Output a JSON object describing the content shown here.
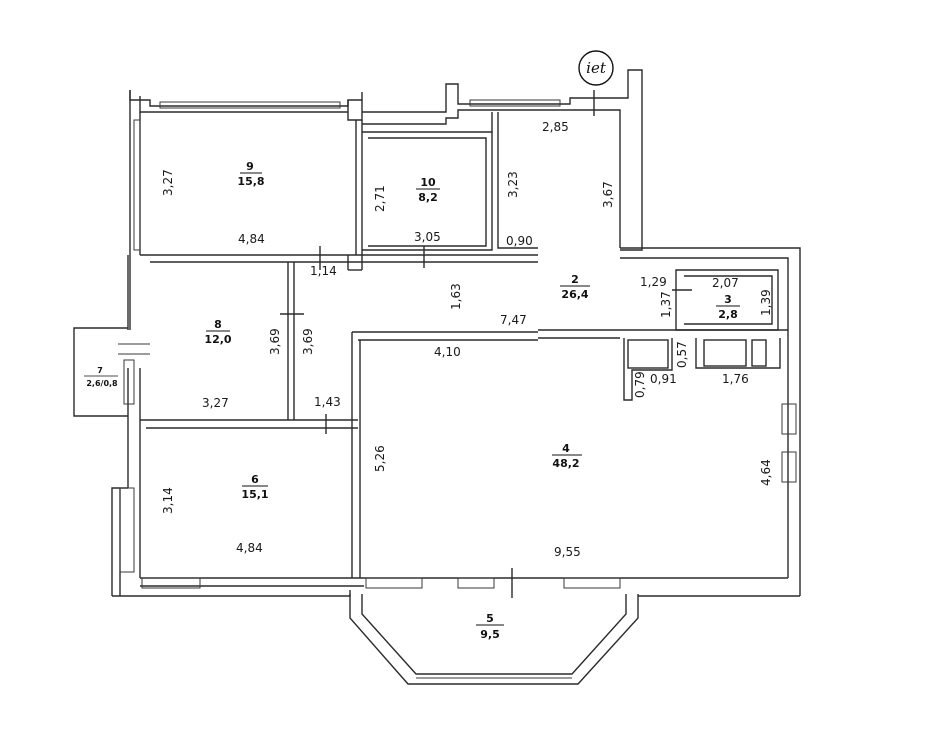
{
  "logo": "iet",
  "rooms": [
    {
      "id": "9",
      "number": "9",
      "area": "15,8"
    },
    {
      "id": "10",
      "number": "10",
      "area": "8,2"
    },
    {
      "id": "2",
      "number": "2",
      "area": "26,4"
    },
    {
      "id": "3",
      "number": "3",
      "area": "2,8"
    },
    {
      "id": "8",
      "number": "8",
      "area": "12,0"
    },
    {
      "id": "7",
      "number": "7",
      "area": "2,6/0,8"
    },
    {
      "id": "4",
      "number": "4",
      "area": "48,2"
    },
    {
      "id": "6",
      "number": "6",
      "area": "15,1"
    },
    {
      "id": "5",
      "number": "5",
      "area": "9,5"
    }
  ],
  "dimensions": [
    "2,85",
    "3,27",
    "4,84",
    "2,71",
    "3,05",
    "3,23",
    "3,67",
    "0,90",
    "1,14",
    "1,63",
    "7,47",
    "1,29",
    "2,07",
    "1,37",
    "1,39",
    "3,69",
    "3,69",
    "4,10",
    "0,57",
    "0,79",
    "0,91",
    "1,76",
    "3,27",
    "1,43",
    "5,26",
    "4,64",
    "3,14",
    "4,84",
    "9,55"
  ]
}
